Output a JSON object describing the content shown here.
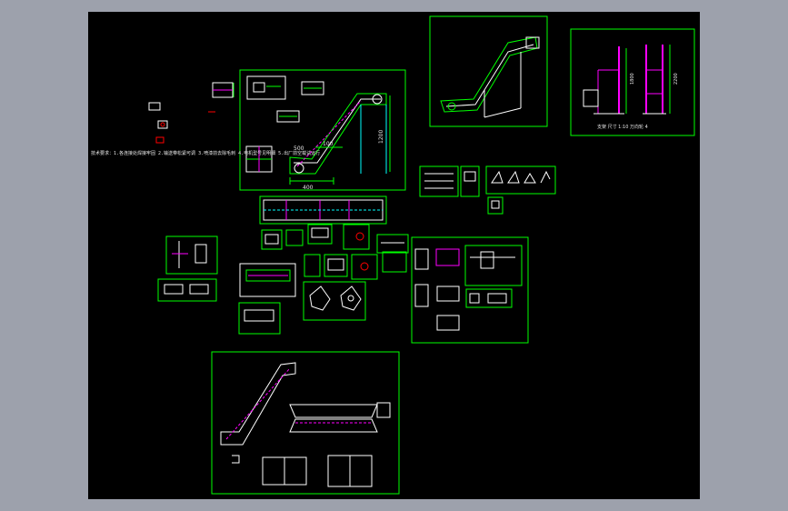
{
  "app": {
    "background": "#9da1ac"
  },
  "drawing": {
    "background": "#000000",
    "frame_color": "#00ff00",
    "note_line": "技术要求：1.各连接处焊接牢固 2.输送带松紧可调 3.喷漆前去除毛刺 4.电机型号见明细 5.出厂前空载试运行",
    "dim_height": "1200",
    "dim_width_1": "400",
    "dim_width_2": "500",
    "dim_width_3": "100",
    "side_dim_1": "1800",
    "side_dim_2": "2200",
    "frame_note": "支架 尺寸 1:10 万向轮 4"
  }
}
